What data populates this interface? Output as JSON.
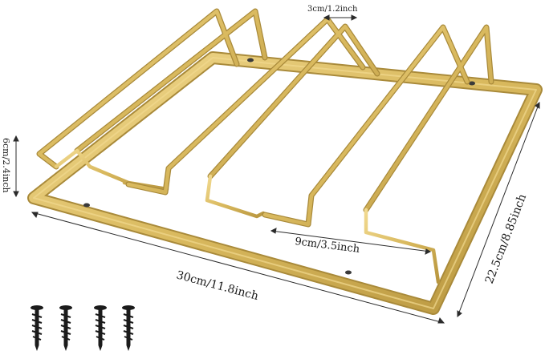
{
  "product": {
    "colors": {
      "gold": "#d9b95e",
      "gold_light": "#f1d98f",
      "gold_dark": "#a98a3a",
      "screw": "#1b1b1b",
      "line": "#2b2b2b"
    }
  },
  "dimensions": {
    "bar_gap": "3cm/1.2inch",
    "height": "6cm/2.4inch",
    "length": "30cm/11.8inch",
    "channel_width": "9cm/3.5inch",
    "depth": "22.5cm/8.85inch"
  },
  "screws": {
    "count": 4,
    "icon": "screw-icon"
  }
}
